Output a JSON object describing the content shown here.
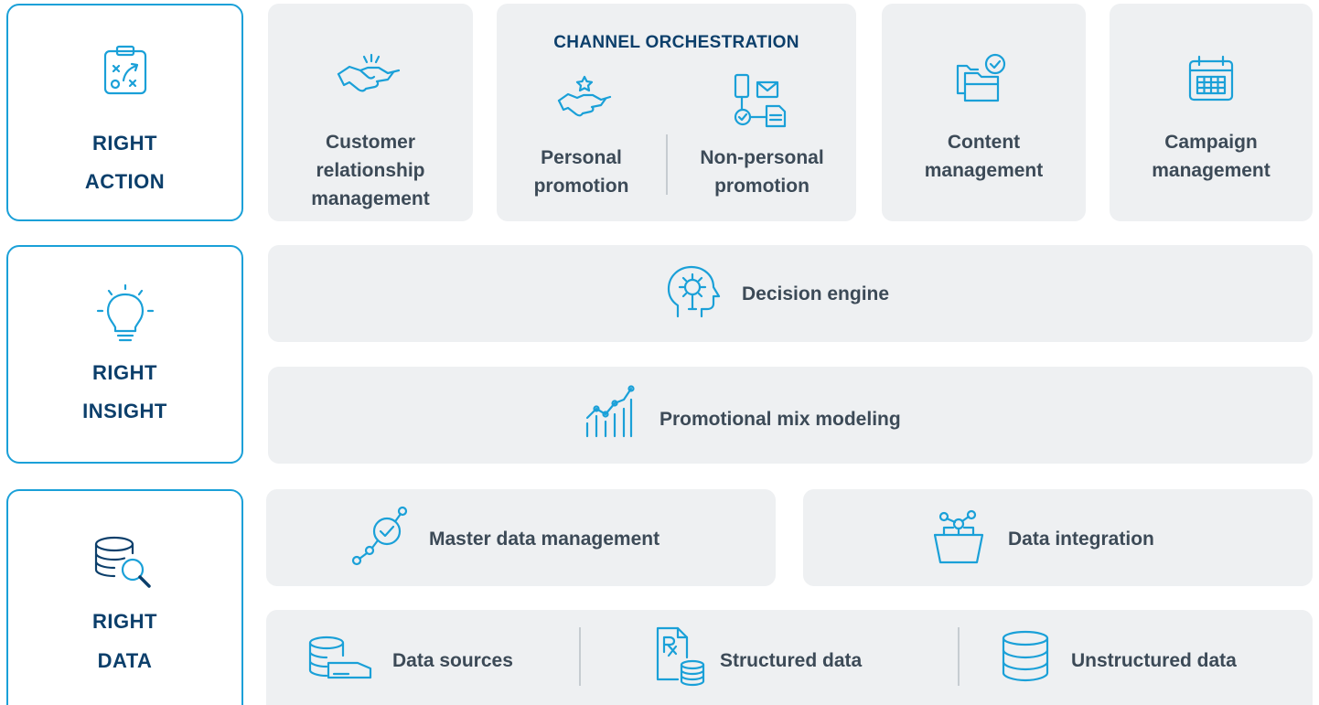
{
  "lanes": {
    "action": {
      "line1": "RIGHT",
      "line2": "ACTION",
      "icon": "strategy-clipboard-icon"
    },
    "insight": {
      "line1": "RIGHT",
      "line2": "INSIGHT",
      "icon": "lightbulb-icon"
    },
    "data": {
      "line1": "RIGHT",
      "line2": "DATA",
      "icon": "database-search-icon"
    }
  },
  "action_cards": {
    "crm": {
      "line1": "Customer",
      "line2": "relationship",
      "line3": "management",
      "icon": "handshake-icon"
    },
    "channel": {
      "title": "CHANNEL ORCHESTRATION",
      "personal": {
        "line1": "Personal",
        "line2": "promotion",
        "icon": "handshake-star-icon"
      },
      "nonpersonal": {
        "line1": "Non-personal",
        "line2": "promotion",
        "icon": "devices-mail-icon"
      }
    },
    "content": {
      "line1": "Content",
      "line2": "management",
      "icon": "folders-check-icon"
    },
    "campaign": {
      "line1": "Campaign",
      "line2": "management",
      "icon": "calendar-icon"
    }
  },
  "insight_cards": {
    "decision": {
      "label": "Decision engine",
      "icon": "head-gear-icon"
    },
    "mix": {
      "label": "Promotional mix modeling",
      "icon": "growth-chart-icon"
    }
  },
  "data_cards": {
    "mdm": {
      "label": "Master data management",
      "icon": "node-check-icon"
    },
    "integration": {
      "label": "Data integration",
      "icon": "basket-nodes-icon"
    },
    "sources": {
      "label": "Data sources",
      "icon": "database-drive-icon"
    },
    "structured": {
      "label": "Structured data",
      "icon": "rx-document-icon"
    },
    "unstructured": {
      "label": "Unstructured data",
      "icon": "database-icon"
    }
  },
  "colors": {
    "accent": "#1aa0d8",
    "title": "#0c3f6b",
    "text": "#3c4a57",
    "card": "#eef0f2"
  }
}
